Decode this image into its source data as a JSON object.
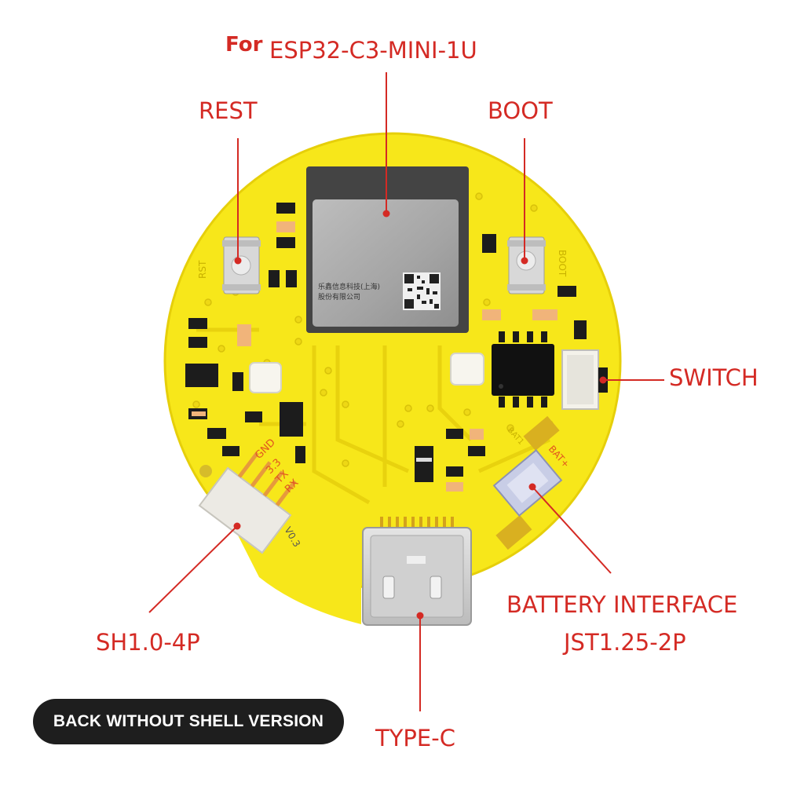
{
  "header": {
    "prefix": "For",
    "module": "ESP32-C3-MINI-1U"
  },
  "callouts": {
    "rest": "REST",
    "boot": "BOOT",
    "switch": "SWITCH",
    "battery_line1": "BATTERY INTERFACE",
    "battery_line2": "JST1.25-2P",
    "sh_connector": "SH1.0-4P",
    "type_c": "TYPE-C"
  },
  "silkscreen": {
    "rst": "RST",
    "boot": "BOOT",
    "gnd": "GND",
    "v33": "3.3",
    "tx": "TX",
    "rx": "RX",
    "bat_plus": "BAT+",
    "bat_pad": "BAT1",
    "version": "V0.3",
    "module_text_1": "乐鑫信息科技(上海)",
    "module_text_2": "股份有限公司"
  },
  "badge": {
    "text": "BACK WITHOUT SHELL VERSION"
  },
  "colors": {
    "pcb": "#f7e71a",
    "pcb_edge": "#e9d30c",
    "accent_red": "#d42a24",
    "module_shield": "#a9a9a9",
    "module_frame": "#444444",
    "badge_bg": "#1e1e1e"
  }
}
